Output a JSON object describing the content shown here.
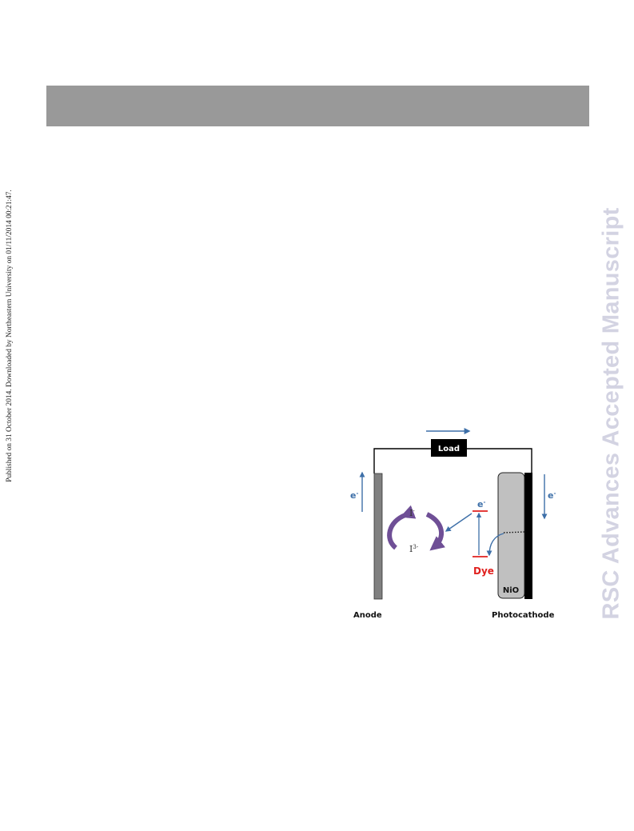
{
  "side_note": "Published on 31 October 2014. Downloaded by Northeastern University on 01/11/2014 00:21:47.",
  "watermark": "RSC Advances Accepted Manuscript",
  "figure": {
    "load_label": "Load",
    "electron_left": "e",
    "electron_right": "e",
    "electron_top": "e",
    "electron_sup": "-",
    "iodide": "I",
    "iodide_sup": "-",
    "triiodide": "I",
    "triiodide_sup": "3-",
    "dye_label": "Dye",
    "nio_label": "NiO",
    "anode_label": "Anode",
    "photocathode_label": "Photocathode",
    "colors": {
      "arrow_blue": "#3d6fa8",
      "cycle_purple": "#6f4f96",
      "dye_red": "#e0201e",
      "nio_fill": "#c0c0c0",
      "anode_fill": "#808080"
    }
  }
}
